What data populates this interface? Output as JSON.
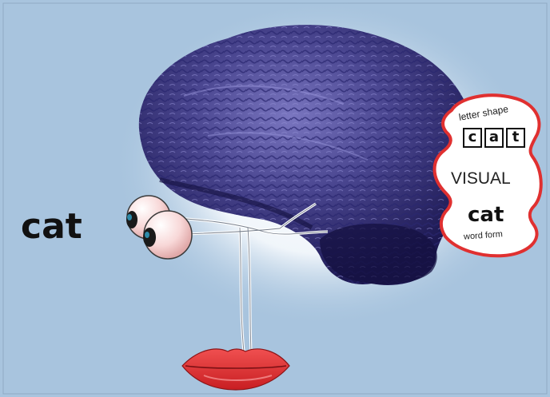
{
  "stimulus_word": "cat",
  "visual_bubble": {
    "letter_shape_label": "letter shape",
    "letters": [
      "c",
      "a",
      "t"
    ],
    "visual_label": "VISUAL",
    "word_form_word": "cat",
    "word_form_label": "word form"
  },
  "icons": [
    "brain-icon",
    "eyes-icon",
    "lips-icon"
  ],
  "colors": {
    "background": "#a8c4de",
    "glow": "#ffffff",
    "brain": "#4a4690",
    "brain_dark": "#141040",
    "bubble_border": "#e03030",
    "lips": "#e8373a",
    "eyeball": "#f8d8d8"
  }
}
